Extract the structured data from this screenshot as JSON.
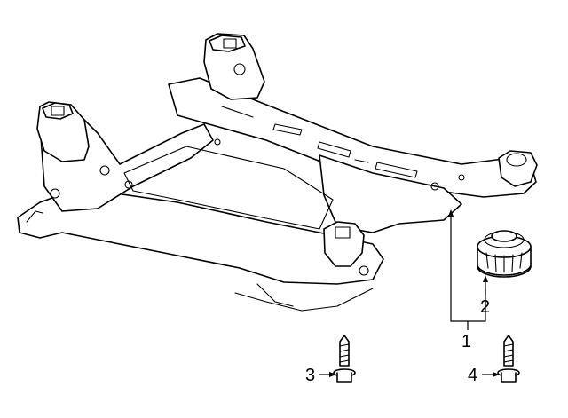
{
  "diagram": {
    "callouts": [
      {
        "id": "c1",
        "label": "1"
      },
      {
        "id": "c2",
        "label": "2"
      },
      {
        "id": "c3",
        "label": "3"
      },
      {
        "id": "c4",
        "label": "4"
      }
    ],
    "colors": {
      "line": "#000000",
      "background": "#ffffff"
    }
  }
}
